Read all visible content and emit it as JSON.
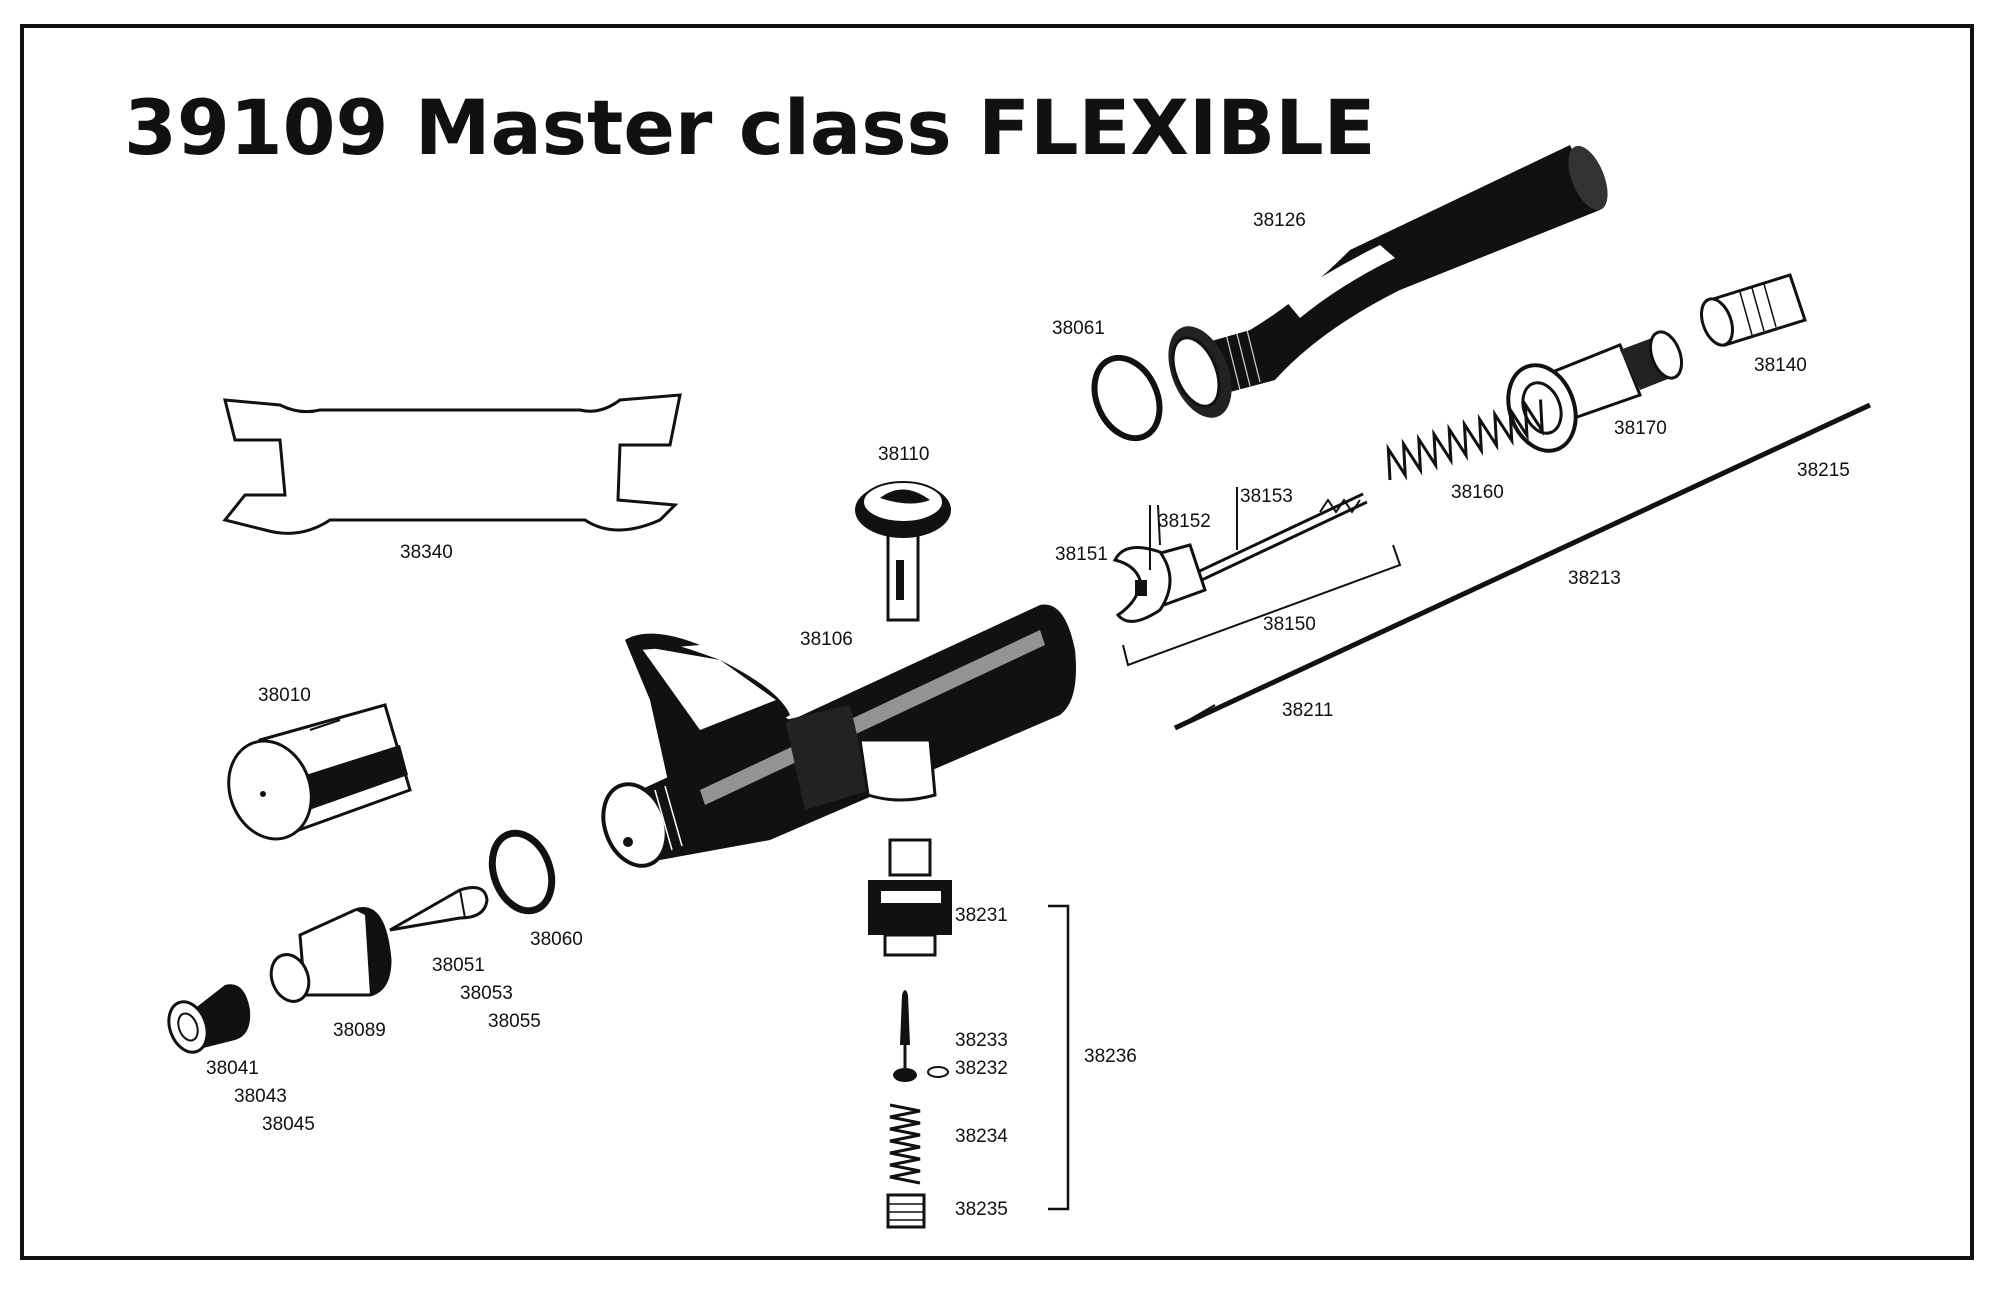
{
  "title": "39109 Master class FLEXIBLE",
  "parts": {
    "p38126": "38126",
    "p38061": "38061",
    "p38140": "38140",
    "p38170": "38170",
    "p38215": "38215",
    "p38160": "38160",
    "p38110": "38110",
    "p38153": "38153",
    "p38152": "38152",
    "p38151": "38151",
    "p38150": "38150",
    "p38213": "38213",
    "p38340": "38340",
    "p38106": "38106",
    "p38211": "38211",
    "p38010": "38010",
    "p38060": "38060",
    "p38051": "38051",
    "p38053": "38053",
    "p38055": "38055",
    "p38089": "38089",
    "p38041": "38041",
    "p38043": "38043",
    "p38045": "38045",
    "p38231": "38231",
    "p38233": "38233",
    "p38232": "38232",
    "p38234": "38234",
    "p38235": "38235",
    "p38236": "38236"
  }
}
